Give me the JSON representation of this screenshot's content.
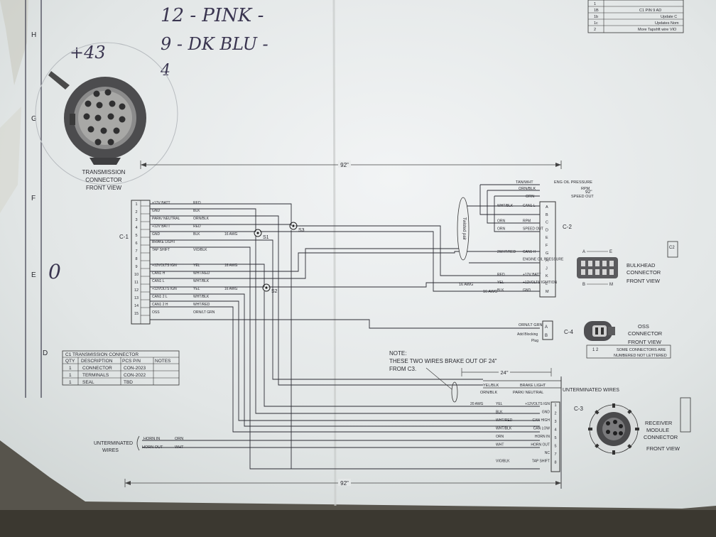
{
  "handwriting": {
    "line1": "12 - PINK -",
    "line2": "9 - DK BLU -",
    "line3": "4",
    "plus43": "+43",
    "circle0": "0"
  },
  "grid_letters": [
    "H",
    "G",
    "F",
    "E",
    "D"
  ],
  "revision_table": {
    "rows": [
      [
        "1",
        "",
        ""
      ],
      [
        "1B",
        "C1 PIN 9 AD",
        ""
      ],
      [
        "1b",
        "Update C",
        ""
      ],
      [
        "1c",
        "Updates Nom",
        ""
      ],
      [
        "2",
        "More Tapshft wire VIO",
        ""
      ]
    ]
  },
  "transmission_connector": {
    "title_line1": "TRANSMISSION",
    "title_line2": "CONNECTOR",
    "title_line3": "FRONT VIEW"
  },
  "dimensions": {
    "top": "92\"",
    "bottom": "92\"",
    "brake_out": "24\"",
    "right_92": "92\""
  },
  "c1": {
    "label": "C-1",
    "pins": [
      {
        "num": "1",
        "func": "+12V BATT",
        "color": "RED",
        "gauge": ""
      },
      {
        "num": "2",
        "func": "GND",
        "color": "BLK",
        "gauge": ""
      },
      {
        "num": "3",
        "func": "PARK/ NEUTRAL",
        "color": "ORN/BLK",
        "gauge": ""
      },
      {
        "num": "4",
        "func": "+12V BATT",
        "color": "RED",
        "gauge": ""
      },
      {
        "num": "5",
        "func": "GND",
        "color": "BLK",
        "gauge": "16 AWG"
      },
      {
        "num": "6",
        "func": "BRAKE LIGHT",
        "color": "",
        "gauge": ""
      },
      {
        "num": "7",
        "func": "TAP SHIFT",
        "color": "VIO/BLK",
        "gauge": ""
      },
      {
        "num": "8",
        "func": "",
        "color": "",
        "gauge": ""
      },
      {
        "num": "9",
        "func": "+12VOLTS IGN",
        "color": "YEL",
        "gauge": "16 AWG"
      },
      {
        "num": "10",
        "func": "CAN1 H",
        "color": "WHT/RED",
        "gauge": ""
      },
      {
        "num": "11",
        "func": "CAN1 L",
        "color": "WHT/BLK",
        "gauge": ""
      },
      {
        "num": "12",
        "func": "+12VOLTS IGN",
        "color": "YEL",
        "gauge": "16 AWG"
      },
      {
        "num": "13",
        "func": "CAN1 2 L",
        "color": "WHT/BLK",
        "gauge": ""
      },
      {
        "num": "14",
        "func": "CAN1 2 H",
        "color": "WHT/RED",
        "gauge": ""
      },
      {
        "num": "15",
        "func": "OSS",
        "color": "ORN/LT GRN",
        "gauge": ""
      }
    ]
  },
  "splices": {
    "s1": "S1",
    "s2": "S2",
    "s3": "S3"
  },
  "twisted_pair": "Twisted pair",
  "c2": {
    "label": "C-2",
    "rows": [
      {
        "pin": "A",
        "color": "WHT/BLK",
        "func": "CAN1 L"
      },
      {
        "pin": "B",
        "color": "",
        "func": ""
      },
      {
        "pin": "C",
        "color": "ORN",
        "func": "RPM"
      },
      {
        "pin": "D",
        "color": "ORN",
        "func": "SPEED OUT"
      },
      {
        "pin": "E",
        "color": "",
        "func": ""
      },
      {
        "pin": "F",
        "color": "",
        "func": ""
      },
      {
        "pin": "G",
        "color": "2WHT/RED",
        "func": "CAN1 H"
      },
      {
        "pin": "H",
        "color": "",
        "func": "ENGINE OIL PRESSURE"
      },
      {
        "pin": "J",
        "color": "",
        "func": ""
      },
      {
        "pin": "K",
        "color": "RED",
        "func": "+12V BATT"
      },
      {
        "pin": "L",
        "color": "YEL",
        "func": "+12VOLTS IGNITION"
      },
      {
        "pin": "M",
        "color": "BLK",
        "func": "GND"
      }
    ],
    "top_labels": [
      {
        "color": "TAN/WHT",
        "func": "ENG OIL PRESSURE"
      },
      {
        "color": "ORN/BLK",
        "func": "RPM"
      },
      {
        "color": "ORN",
        "func": "SPEED OUT"
      }
    ],
    "gauges": [
      "16 AWG",
      "16 AWG"
    ]
  },
  "bulkhead": {
    "line1": "BULKHEAD",
    "line2": "CONNECTOR",
    "line3": "FRONT VIEW",
    "a": "A",
    "e": "E",
    "b": "B",
    "m": "M"
  },
  "c4": {
    "label": "C-4",
    "wire": "ORN/LT GRN",
    "pin_a": "A",
    "pin_b": "B",
    "plug_line1": "Add Blocking",
    "plug_line2": "Plug"
  },
  "oss": {
    "line1": "OSS",
    "line2": "CONNECTOR",
    "line3": "FRONT VIEW",
    "pins": "1   2",
    "note_line1": "SOME CONNECTORS ARE",
    "note_line2": "NUMBERED NOT LETTERED"
  },
  "note": {
    "line1": "NOTE:",
    "line2": "THESE TWO WIRES BRAKE OUT OF 24\"",
    "line3": "FROM C3."
  },
  "c3": {
    "label": "C-3",
    "unterminated": "UNTERMINATED WIRES",
    "break_wires": [
      {
        "color": "YEL/BLK",
        "func": "BRAKE LIGHT"
      },
      {
        "color": "ORN/BLK",
        "func": "PARK/ NEUTRAL"
      }
    ],
    "rows": [
      {
        "pin": "1",
        "gauge": "20 AWG",
        "color": "YEL",
        "func": "+12VOLTS IGN"
      },
      {
        "pin": "2",
        "gauge": "",
        "color": "BLK",
        "func": "GND"
      },
      {
        "pin": "3",
        "gauge": "",
        "color": "WHT/RED",
        "func": "CAN HIGH"
      },
      {
        "pin": "4",
        "gauge": "",
        "color": "WHT/BLK",
        "func": "CAN LOW"
      },
      {
        "pin": "5",
        "gauge": "",
        "color": "ORN",
        "func": "HORN IN"
      },
      {
        "pin": "5",
        "gauge": "",
        "color": "WHT",
        "func": "HORN OUT"
      },
      {
        "pin": "7",
        "gauge": "",
        "color": "",
        "func": "NC"
      },
      {
        "pin": "8",
        "gauge": "",
        "color": "VIO/BLK",
        "func": "TAP SHIFT"
      }
    ]
  },
  "receiver": {
    "line1": "RECEIVER",
    "line2": "MODULE",
    "line3": "CONNECTOR",
    "line4": "FRONT VIEW"
  },
  "horn": {
    "label_line1": "UNTERMINATED",
    "label_line2": "WIRES",
    "in_func": "HORN IN",
    "in_color": "ORN",
    "out_func": "HORN OUT",
    "out_color": "WHT"
  },
  "c1_table": {
    "title": "C1 TRANSMISSION CONNECTOR",
    "headers": [
      "QTY",
      "DESCRIPTION",
      "PCS P/N",
      "NOTES"
    ],
    "rows": [
      [
        "1",
        "CONNECTOR",
        "CON-2023",
        ""
      ],
      [
        "1",
        "TERMINALS",
        "CON-2022",
        ""
      ],
      [
        "1",
        "SEAL",
        "TBD",
        ""
      ]
    ]
  },
  "c2_side": "C2"
}
